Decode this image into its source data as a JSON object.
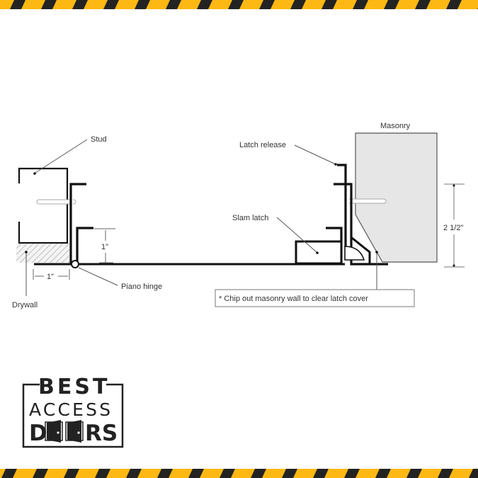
{
  "theme": {
    "stripe_yellow": "#FDB813",
    "stripe_black": "#232323",
    "line_color": "#111111",
    "masonry_fill": "#e6e6e6",
    "leader_color": "#444444",
    "hatch_color": "#9a9a9a"
  },
  "labels": {
    "stud": "Stud",
    "latch_release": "Latch release",
    "masonry": "Masonry",
    "slam_latch": "Slam latch",
    "piano_hinge": "Piano hinge",
    "drywall": "Drywall",
    "dim_1in_vertical": "1\"",
    "dim_1in_horizontal": "1\"",
    "dim_2_5in": "2 1/2\"",
    "note": "* Chip out masonry wall to clear latch cover"
  },
  "logo": {
    "line1": "BEST",
    "line2": "ACCESS",
    "line3_left": "D",
    "line3_right": "RS",
    "door_icon": "double-door-icon"
  }
}
